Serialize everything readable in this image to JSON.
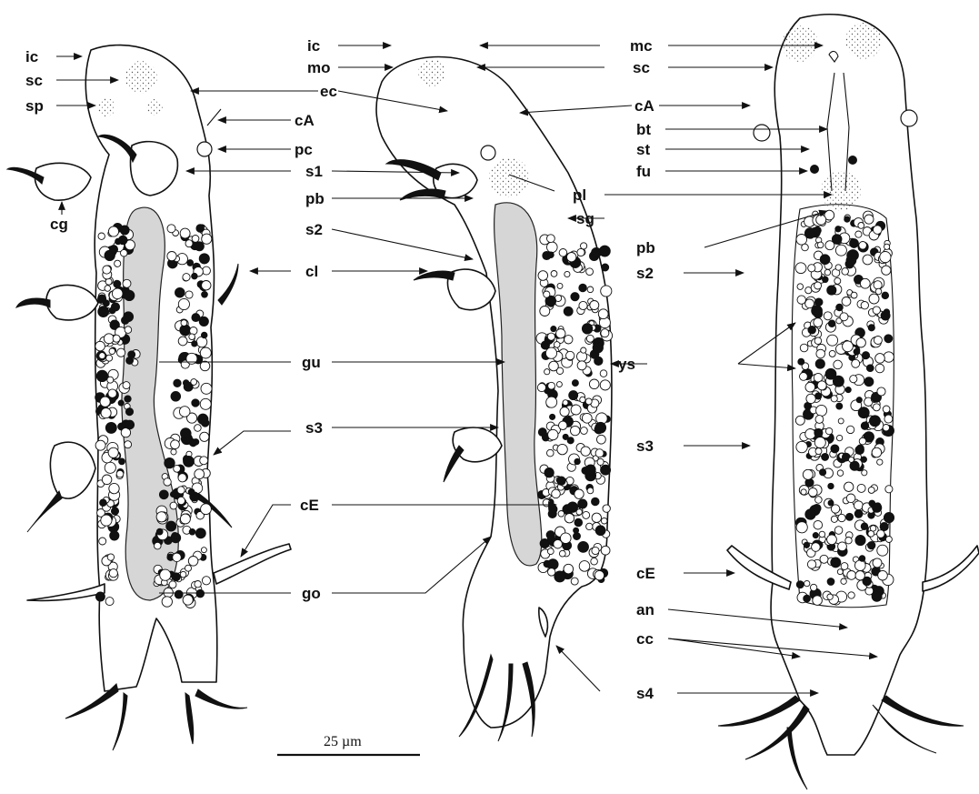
{
  "labels": {
    "ic": "ic",
    "sc": "sc",
    "sp": "sp",
    "cg": "cg",
    "mo": "mo",
    "ec": "ec",
    "cA": "cA",
    "pc": "pc",
    "s1": "s1",
    "pb": "pb",
    "s2": "s2",
    "cl": "cl",
    "gu": "gu",
    "s3": "s3",
    "cE": "cE",
    "go": "go",
    "mc": "mc",
    "bt": "bt",
    "st": "st",
    "fu": "fu",
    "pl": "pl",
    "sg": "sg",
    "ys": "ys",
    "an": "an",
    "cc": "cc",
    "s4": "s4"
  },
  "scale_bar": {
    "text": "25 µm"
  },
  "colors": {
    "ink": "#111111",
    "gut_fill": "#d6d6d6",
    "background": "#ffffff"
  }
}
